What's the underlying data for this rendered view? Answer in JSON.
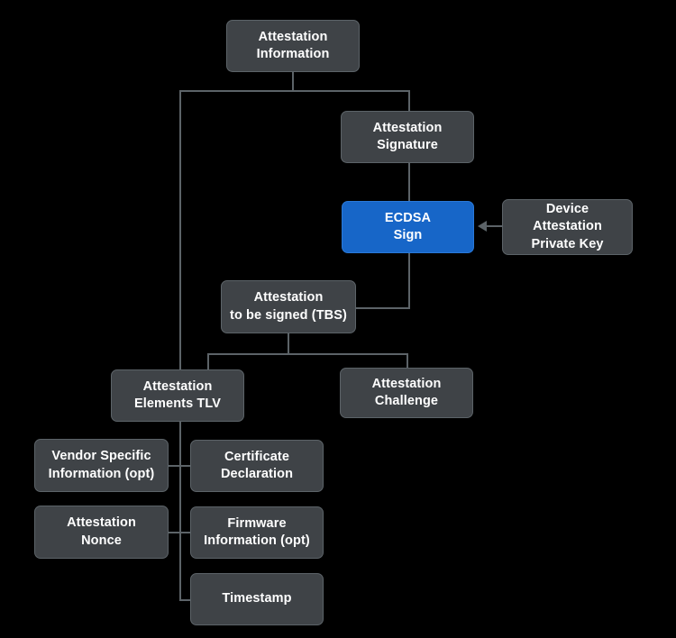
{
  "diagram": {
    "title": "Attestation Information",
    "background_color": "#000000",
    "node_fill_color": "#3f4347",
    "node_border_color": "#5c6368",
    "accent_fill_color": "#1766c8",
    "edge_color": "#5c6368",
    "text_color": "#ffffff"
  },
  "nodes": {
    "attestation_information": {
      "label": "Attestation\nInformation"
    },
    "attestation_signature": {
      "label": "Attestation\nSignature"
    },
    "ecdsa_sign": {
      "label": "ECDSA\nSign"
    },
    "device_attestation_private_key": {
      "label": "Device\nAttestation\nPrivate Key"
    },
    "attestation_tbs": {
      "label": "Attestation\nto be signed (TBS)"
    },
    "attestation_elements_tlv": {
      "label": "Attestation\nElements TLV"
    },
    "attestation_challenge": {
      "label": "Attestation\nChallenge"
    },
    "vendor_specific_information": {
      "label": "Vendor Specific\nInformation (opt)"
    },
    "certificate_declaration": {
      "label": "Certificate\nDeclaration"
    },
    "attestation_nonce": {
      "label": "Attestation\nNonce"
    },
    "firmware_information": {
      "label": "Firmware\nInformation (opt)"
    },
    "timestamp": {
      "label": "Timestamp"
    }
  }
}
